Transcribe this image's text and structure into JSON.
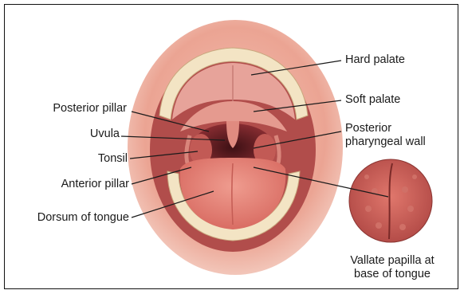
{
  "labels": {
    "hard_palate": "Hard palate",
    "soft_palate": "Soft palate",
    "posterior_pharyngeal_wall_1": "Posterior",
    "posterior_pharyngeal_wall_2": "pharyngeal wall",
    "posterior_pillar": "Posterior pillar",
    "uvula": "Uvula",
    "tonsil": "Tonsil",
    "anterior_pillar": "Anterior pillar",
    "dorsum_of_tongue": "Dorsum of tongue",
    "vallate_papilla_1": "Vallate papilla at",
    "vallate_papilla_2": "base of tongue"
  },
  "colors": {
    "lips": "#e9a08e",
    "mouth_inner": "#8e2f34",
    "palate": "#e7a39a",
    "tongue": "#e4857a",
    "teeth": "#f3e4c4",
    "leader_line": "#1a1a1a"
  }
}
